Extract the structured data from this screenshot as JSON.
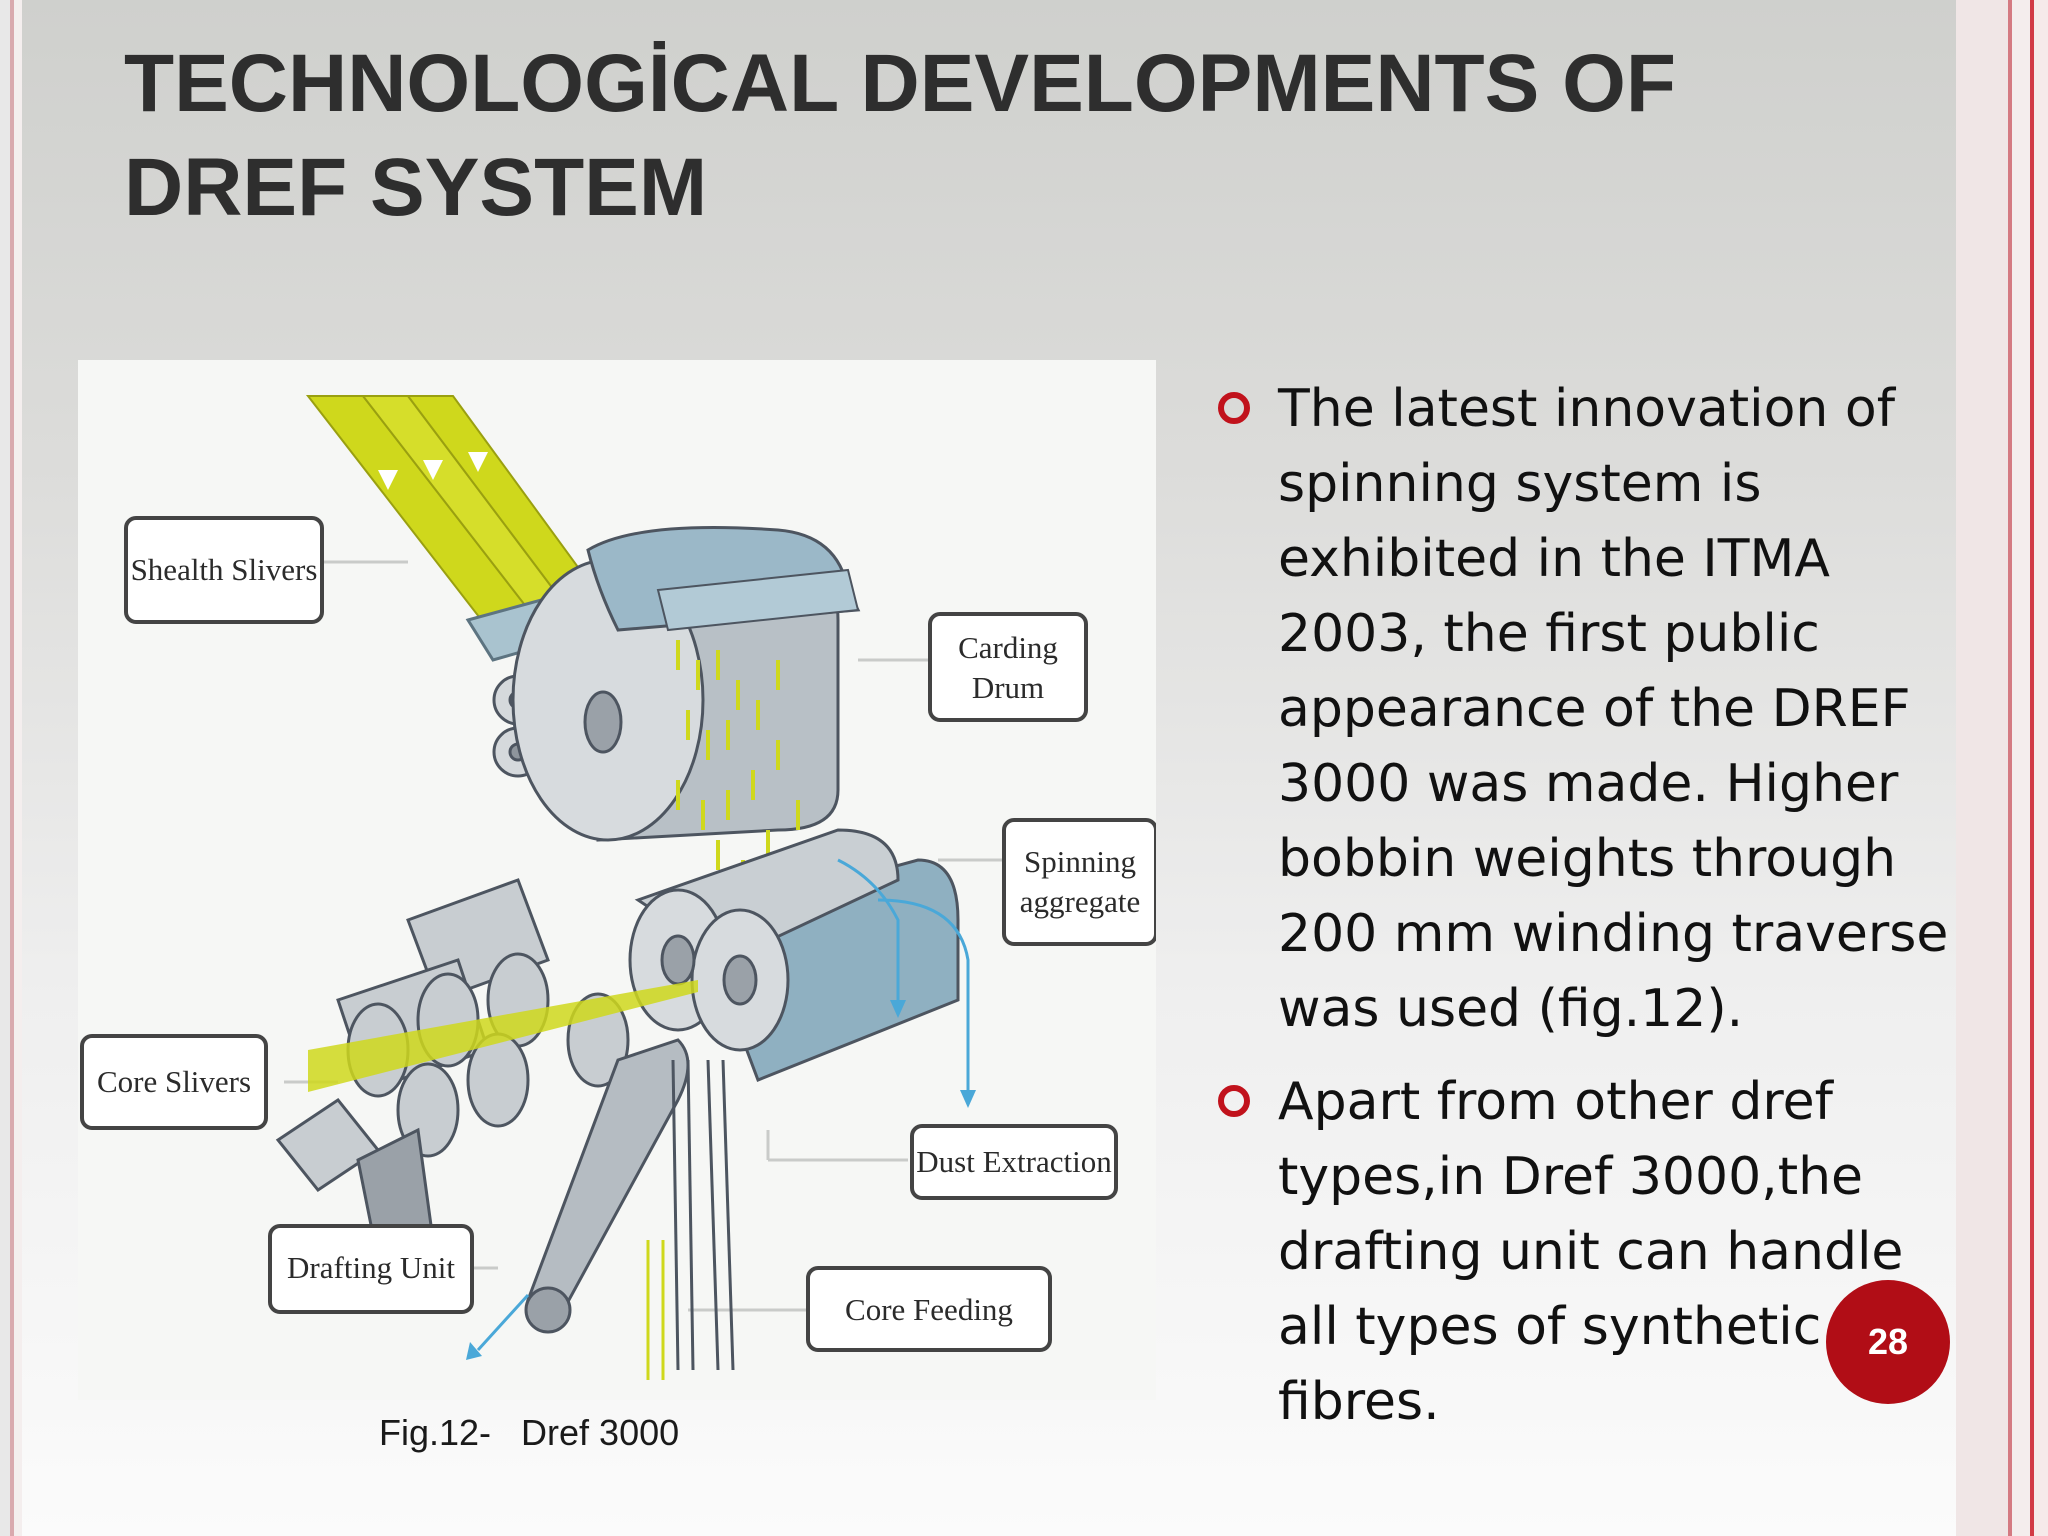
{
  "slide": {
    "title_line1": "TECHNOLOGİCAL DEVELOPMENTS OF",
    "title_line2": "DREF SYSTEM",
    "page_number": "28"
  },
  "figure": {
    "caption": "Fig.12-   Dref 3000",
    "labels": {
      "sheath_slivers": "Shealth Slivers",
      "carding_drum_1": "Carding",
      "carding_drum_2": "Drum",
      "spinning_aggregate_1": "Spinning",
      "spinning_aggregate_2": "aggregate",
      "core_slivers": "Core Slivers",
      "dust_extraction": "Dust Extraction",
      "drafting_unit": "Drafting Unit",
      "core_feeding": "Core Feeding"
    }
  },
  "bullets": [
    {
      "text": "The latest innovation of spinning system is exhibited in the ITMA 2003, the first public appearance of the DREF 3000 was made. Higher bobbin weights through 200 mm winding traverse was used (fig.12)."
    },
    {
      "text": "Apart from other dref types,in Dref 3000,the drafting unit can handle all types of synthetic fibres."
    }
  ],
  "colors": {
    "accent_red": "#c1121c",
    "badge_red": "#b10d16",
    "sliver_yellow": "#cfd81c",
    "machine_blue": "#9bb8c8"
  }
}
